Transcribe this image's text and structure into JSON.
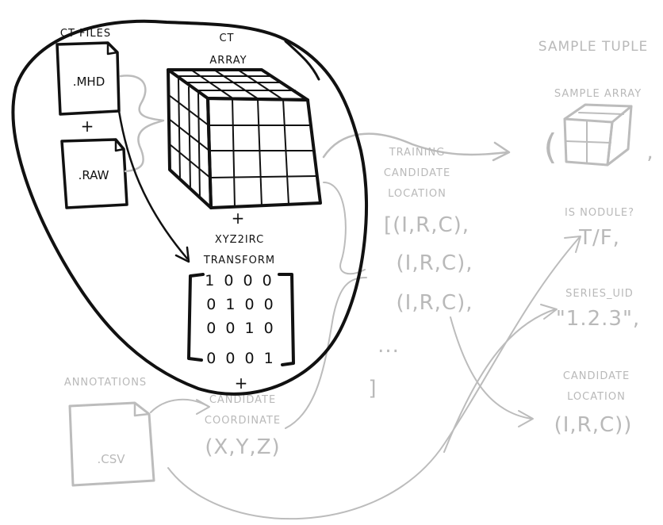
{
  "labels": {
    "ct_files": "CT FILES",
    "mhd": ".MHD",
    "plus_1": "+",
    "raw": ".RAW",
    "ct_line1": "CT",
    "ct_line2": "ARRAY",
    "plus_2": "+",
    "xyz2irc": "XYZ2IRC",
    "transform": "TRANSFORM",
    "matrix_rows": [
      "1 0 0 0",
      "0 1 0 0",
      "0 0 1 0",
      "0 0 0 1"
    ],
    "plus_3": "+",
    "candidate_line1": "CANDIDATE",
    "candidate_line2": "COORDINATE",
    "xyz": "(X,Y,Z)",
    "annotations": "ANNOTATIONS",
    "csv": ".CSV",
    "training_line1": "TRAINING",
    "training_line2": "CANDIDATE",
    "training_line3": "LOCATION",
    "irc_1": "[(I,R,C),",
    "irc_2": "(I,R,C),",
    "irc_3": "(I,R,C),",
    "ellipsis": "...",
    "close_bracket": "]",
    "sample_tuple": "SAMPLE TUPLE",
    "sample_array": "SAMPLE ARRAY",
    "paren_open": "(",
    "comma": ",",
    "is_nodule": "IS NODULE?",
    "tf": "T/F,",
    "series_uid": "SERIES_UID",
    "uid_value": "\"1.2.3\",",
    "cand_loc_line1": "CANDIDATE",
    "cand_loc_line2": "LOCATION",
    "cand_loc_value": "(I,R,C))"
  },
  "colors": {
    "ink": "#111111",
    "faded": "#b9b9b9",
    "background": "#ffffff"
  }
}
